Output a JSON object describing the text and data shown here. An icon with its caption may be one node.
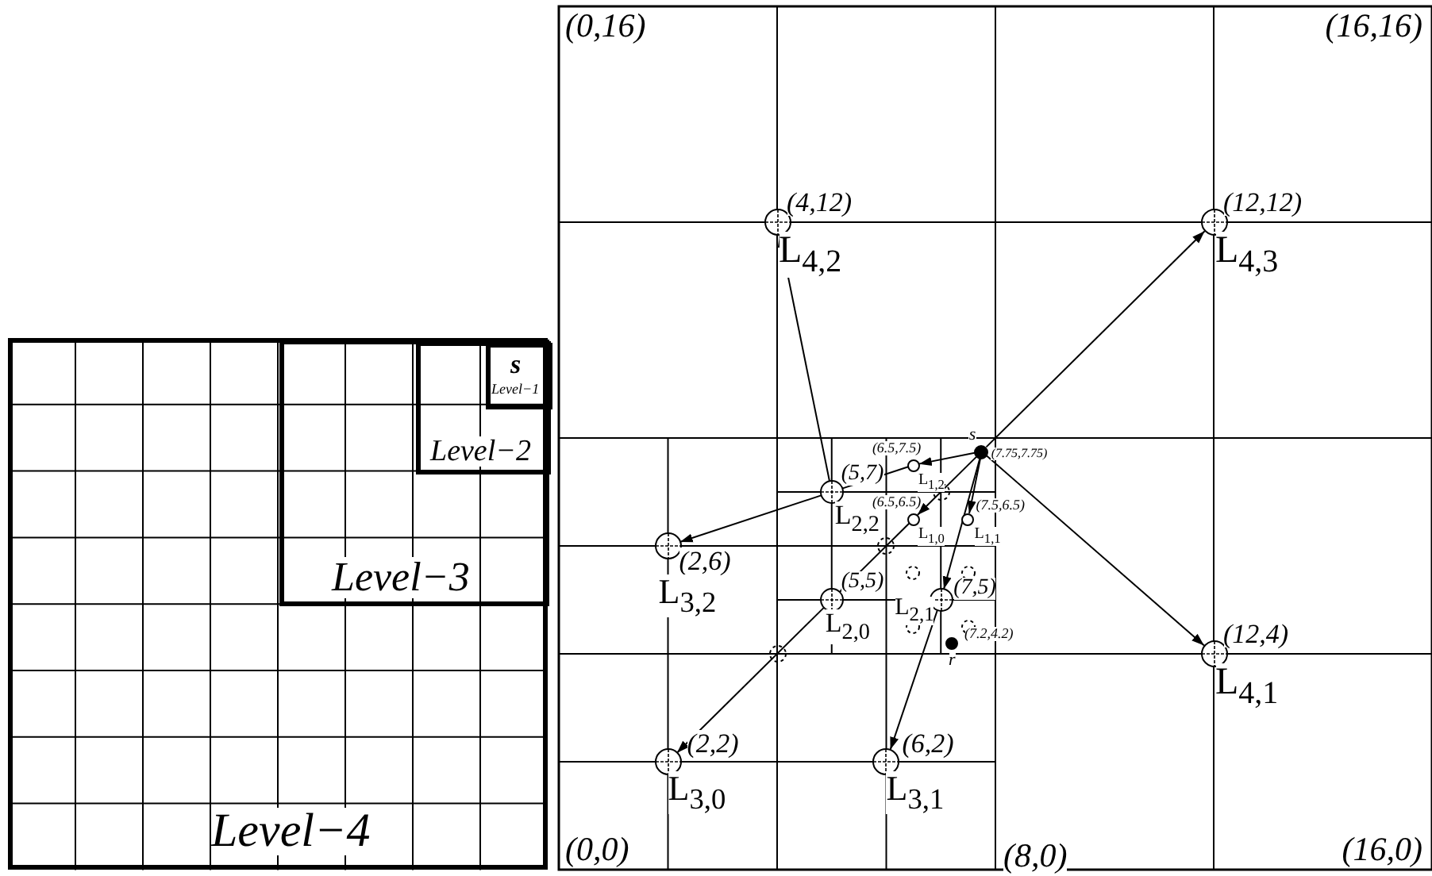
{
  "diagram": {
    "nodes": [
      {
        "text": [
          "Level−4"
        ]
      },
      {
        "text": [
          "Level−3"
        ],
        "in": 0
      },
      {
        "text": [
          "Level−2"
        ],
        "in": 1
      },
      {
        "text": [
          "s",
          "Level−1"
        ],
        "in": 2
      },
      {
        "text": [
          "s",
          "(7.75,7.75)"
        ]
      },
      {
        "text": [
          "(4,12)",
          "L$_{4,2}$"
        ]
      },
      {
        "text": [
          "(12,12)",
          "L$_{4,3}$"
        ]
      },
      {
        "text": [
          "(6.5,7.5)",
          "L$_{1,2}$"
        ]
      },
      {
        "text": [
          "(5,7)",
          "L$_{2,2}$"
        ]
      },
      {
        "text": [
          "(6.5,6.5)",
          "L$_{1,0}$"
        ]
      },
      {
        "text": [
          "(7.5,6.5)",
          "L$_{1,1}$"
        ]
      },
      {
        "text": [
          "(2,6)",
          "L$_{3,2}$"
        ]
      },
      {
        "text": [],
        "shape": "circle"
      },
      {
        "text": [],
        "shape": "circle"
      },
      {
        "text": [
          "(5,5)",
          "L$_{2,0}$"
        ]
      },
      {
        "text": [
          "(7,5)",
          "L$_{2,1}$"
        ]
      },
      {
        "text": [],
        "shape": "circle"
      },
      {
        "text": [],
        "shape": "circle"
      },
      {
        "text": [],
        "shape": "circle"
      },
      {
        "text": [],
        "shape": "circle"
      },
      {
        "text": [
          "r",
          "(7.2,4.2)"
        ]
      },
      {
        "text": [
          "(12,4)",
          "L$_{4,1}$"
        ]
      },
      {
        "text": [],
        "shape": "circle"
      },
      {
        "text": [
          "(2,2)",
          "L$_{3,0}$"
        ]
      },
      {
        "text": [
          "(6,2)",
          "L$_{3,1}$"
        ]
      }
    ],
    "edges": [
      {
        "from": 4,
        "to": 7,
        "arrow": "to"
      },
      {
        "from": 7,
        "to": 8,
        "arrow": "none"
      },
      {
        "from": 8,
        "to": 11,
        "arrow": "to"
      },
      {
        "from": 8,
        "to": 5,
        "arrow": "to"
      },
      {
        "from": 4,
        "to": 9,
        "arrow": "to"
      },
      {
        "from": 9,
        "to": 14,
        "arrow": "to"
      },
      {
        "from": 14,
        "to": 23,
        "arrow": "to"
      },
      {
        "from": 4,
        "to": 10,
        "arrow": "to"
      },
      {
        "from": 4,
        "to": 15,
        "arrow": "to"
      },
      {
        "from": 15,
        "to": 24,
        "arrow": "to"
      },
      {
        "from": 4,
        "to": 6,
        "arrow": "to"
      },
      {
        "from": 4,
        "to": 21,
        "arrow": "to"
      }
    ],
    "labels": [
      "(0,16)",
      "(16,16)",
      "(0,0)",
      "(8,0)",
      "(16,0)"
    ]
  }
}
